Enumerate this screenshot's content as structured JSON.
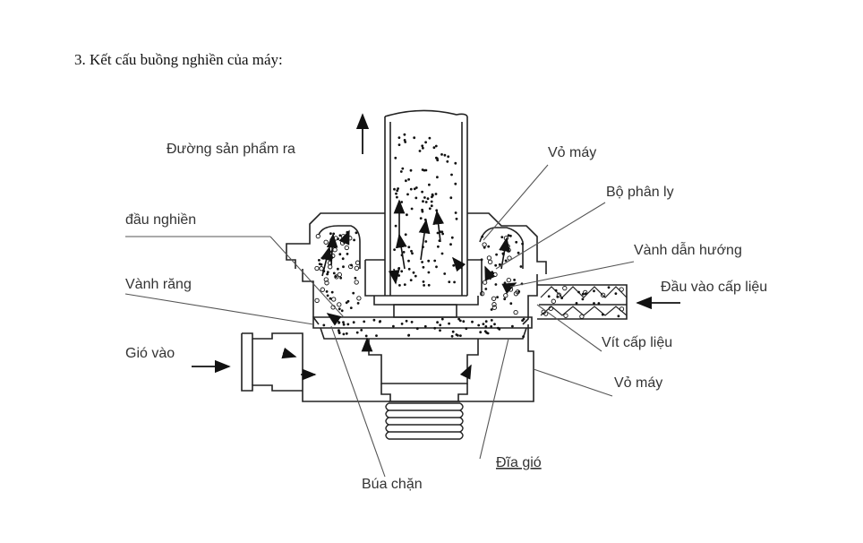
{
  "heading": "3.  Kết cấu buồng nghiền của máy:",
  "labels": {
    "product_outlet": "Đường sản phẩm ra",
    "housing_top": "Vỏ máy",
    "separator": "Bộ phân ly",
    "grinding_head": "đầu nghiền",
    "guide_ring": "Vành dẫn hướng",
    "toothed_ring": "Vành răng",
    "feed_inlet": "Đầu vào cấp liệu",
    "air_inlet": "Gió vào",
    "feed_screw": "Vít cấp liệu",
    "housing_bottom": "Vỏ máy",
    "air_disc": "Đĩa gió",
    "stop_hammer": "Búa chặn"
  }
}
